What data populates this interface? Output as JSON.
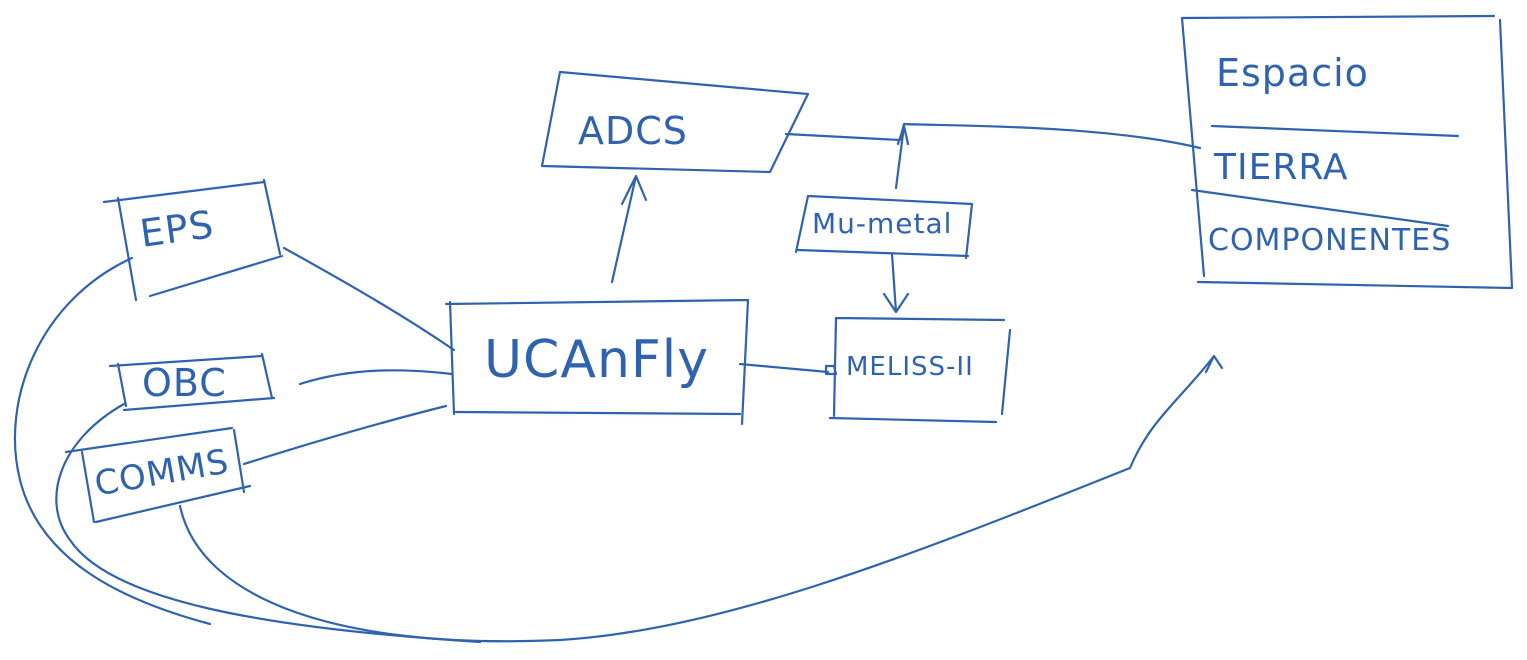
{
  "diagram": {
    "ink_color": "#2f63ad",
    "background": "#ffffff",
    "nodes": {
      "adcs": "ADCS",
      "eps": "EPS",
      "obc": "OBC",
      "comms": "COMMS",
      "ucanfly": "UCAnFly",
      "mu_metal": "Mu-metal",
      "meliss": "MELISS-II"
    },
    "panel": {
      "espacio": "Espacio",
      "tierra": "TIERRA",
      "componentes": "COMPONENTES"
    }
  }
}
